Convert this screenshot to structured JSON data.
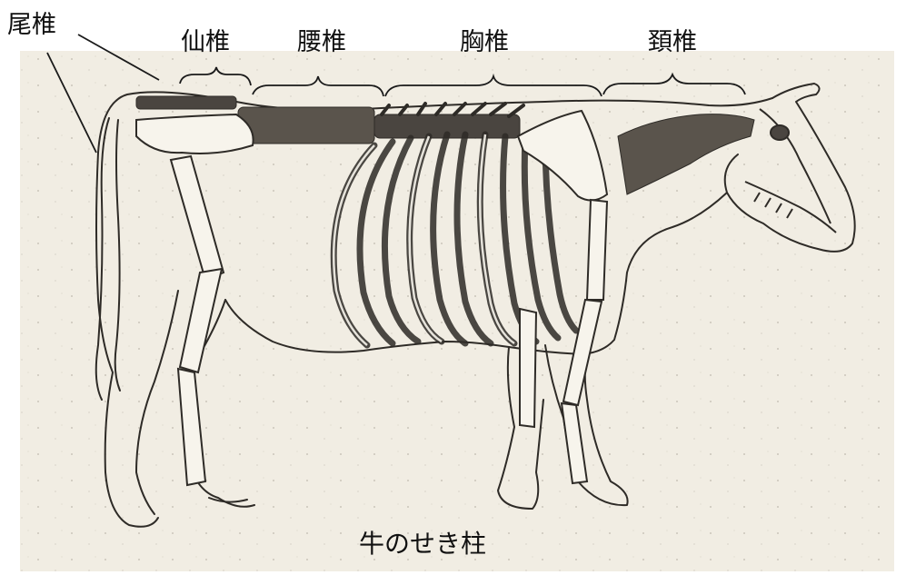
{
  "labels": {
    "tail": "尾椎",
    "sacral": "仙椎",
    "lumbar": "腰椎",
    "thoracic": "胸椎",
    "cervical": "頚椎"
  },
  "caption": "牛のせき柱",
  "colors": {
    "paper": "#f1ede3",
    "ink": "#2e2b27",
    "bone": "#f7f4ec",
    "label": "#111111"
  }
}
